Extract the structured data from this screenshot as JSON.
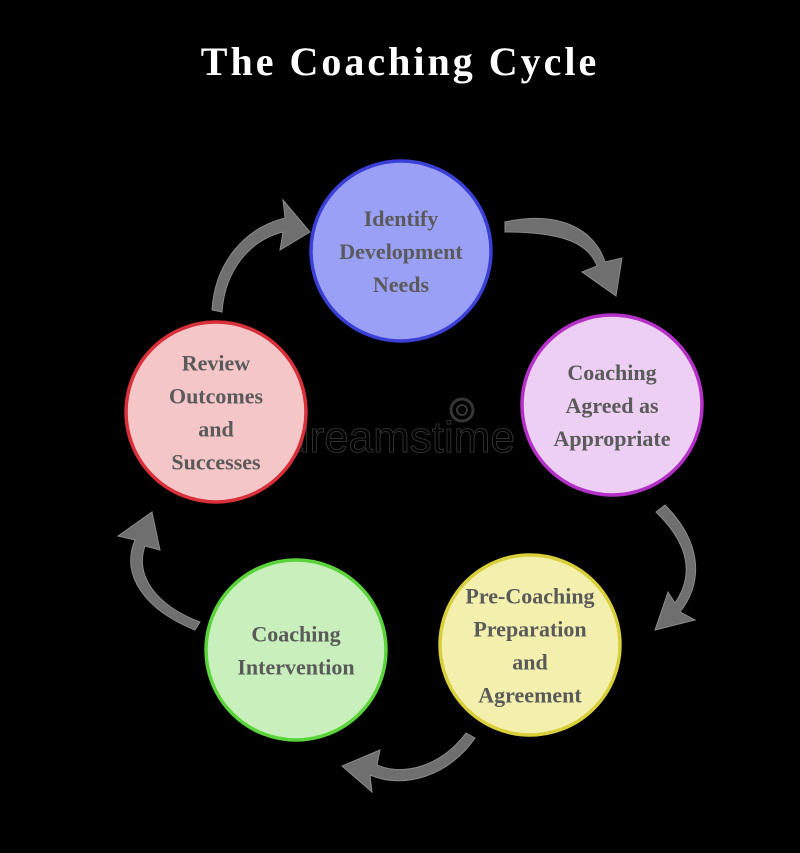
{
  "title": "The Coaching Cycle",
  "watermark": "dreamstime",
  "nodes": [
    {
      "id": "identify",
      "lines": [
        "Identify",
        "Development",
        "Needs"
      ],
      "fill": "#9aa0f5",
      "stroke": "#3a3fd6"
    },
    {
      "id": "agreed",
      "lines": [
        "Coaching",
        "Agreed as",
        "Appropriate"
      ],
      "fill": "#eccff2",
      "stroke": "#b430c8"
    },
    {
      "id": "precoaching",
      "lines": [
        "Pre-Coaching",
        "Preparation",
        "and",
        "Agreement"
      ],
      "fill": "#f3f0ad",
      "stroke": "#d8cf3a"
    },
    {
      "id": "intervention",
      "lines": [
        "Coaching",
        "Intervention"
      ],
      "fill": "#c9efbc",
      "stroke": "#5ad43a"
    },
    {
      "id": "review",
      "lines": [
        "Review",
        "Outcomes",
        "and",
        "Successes"
      ],
      "fill": "#f4c6c8",
      "stroke": "#d8303a"
    }
  ],
  "colors": {
    "background": "#000000",
    "arrow": "#6f6f6f",
    "text": "#5a5a5a"
  }
}
